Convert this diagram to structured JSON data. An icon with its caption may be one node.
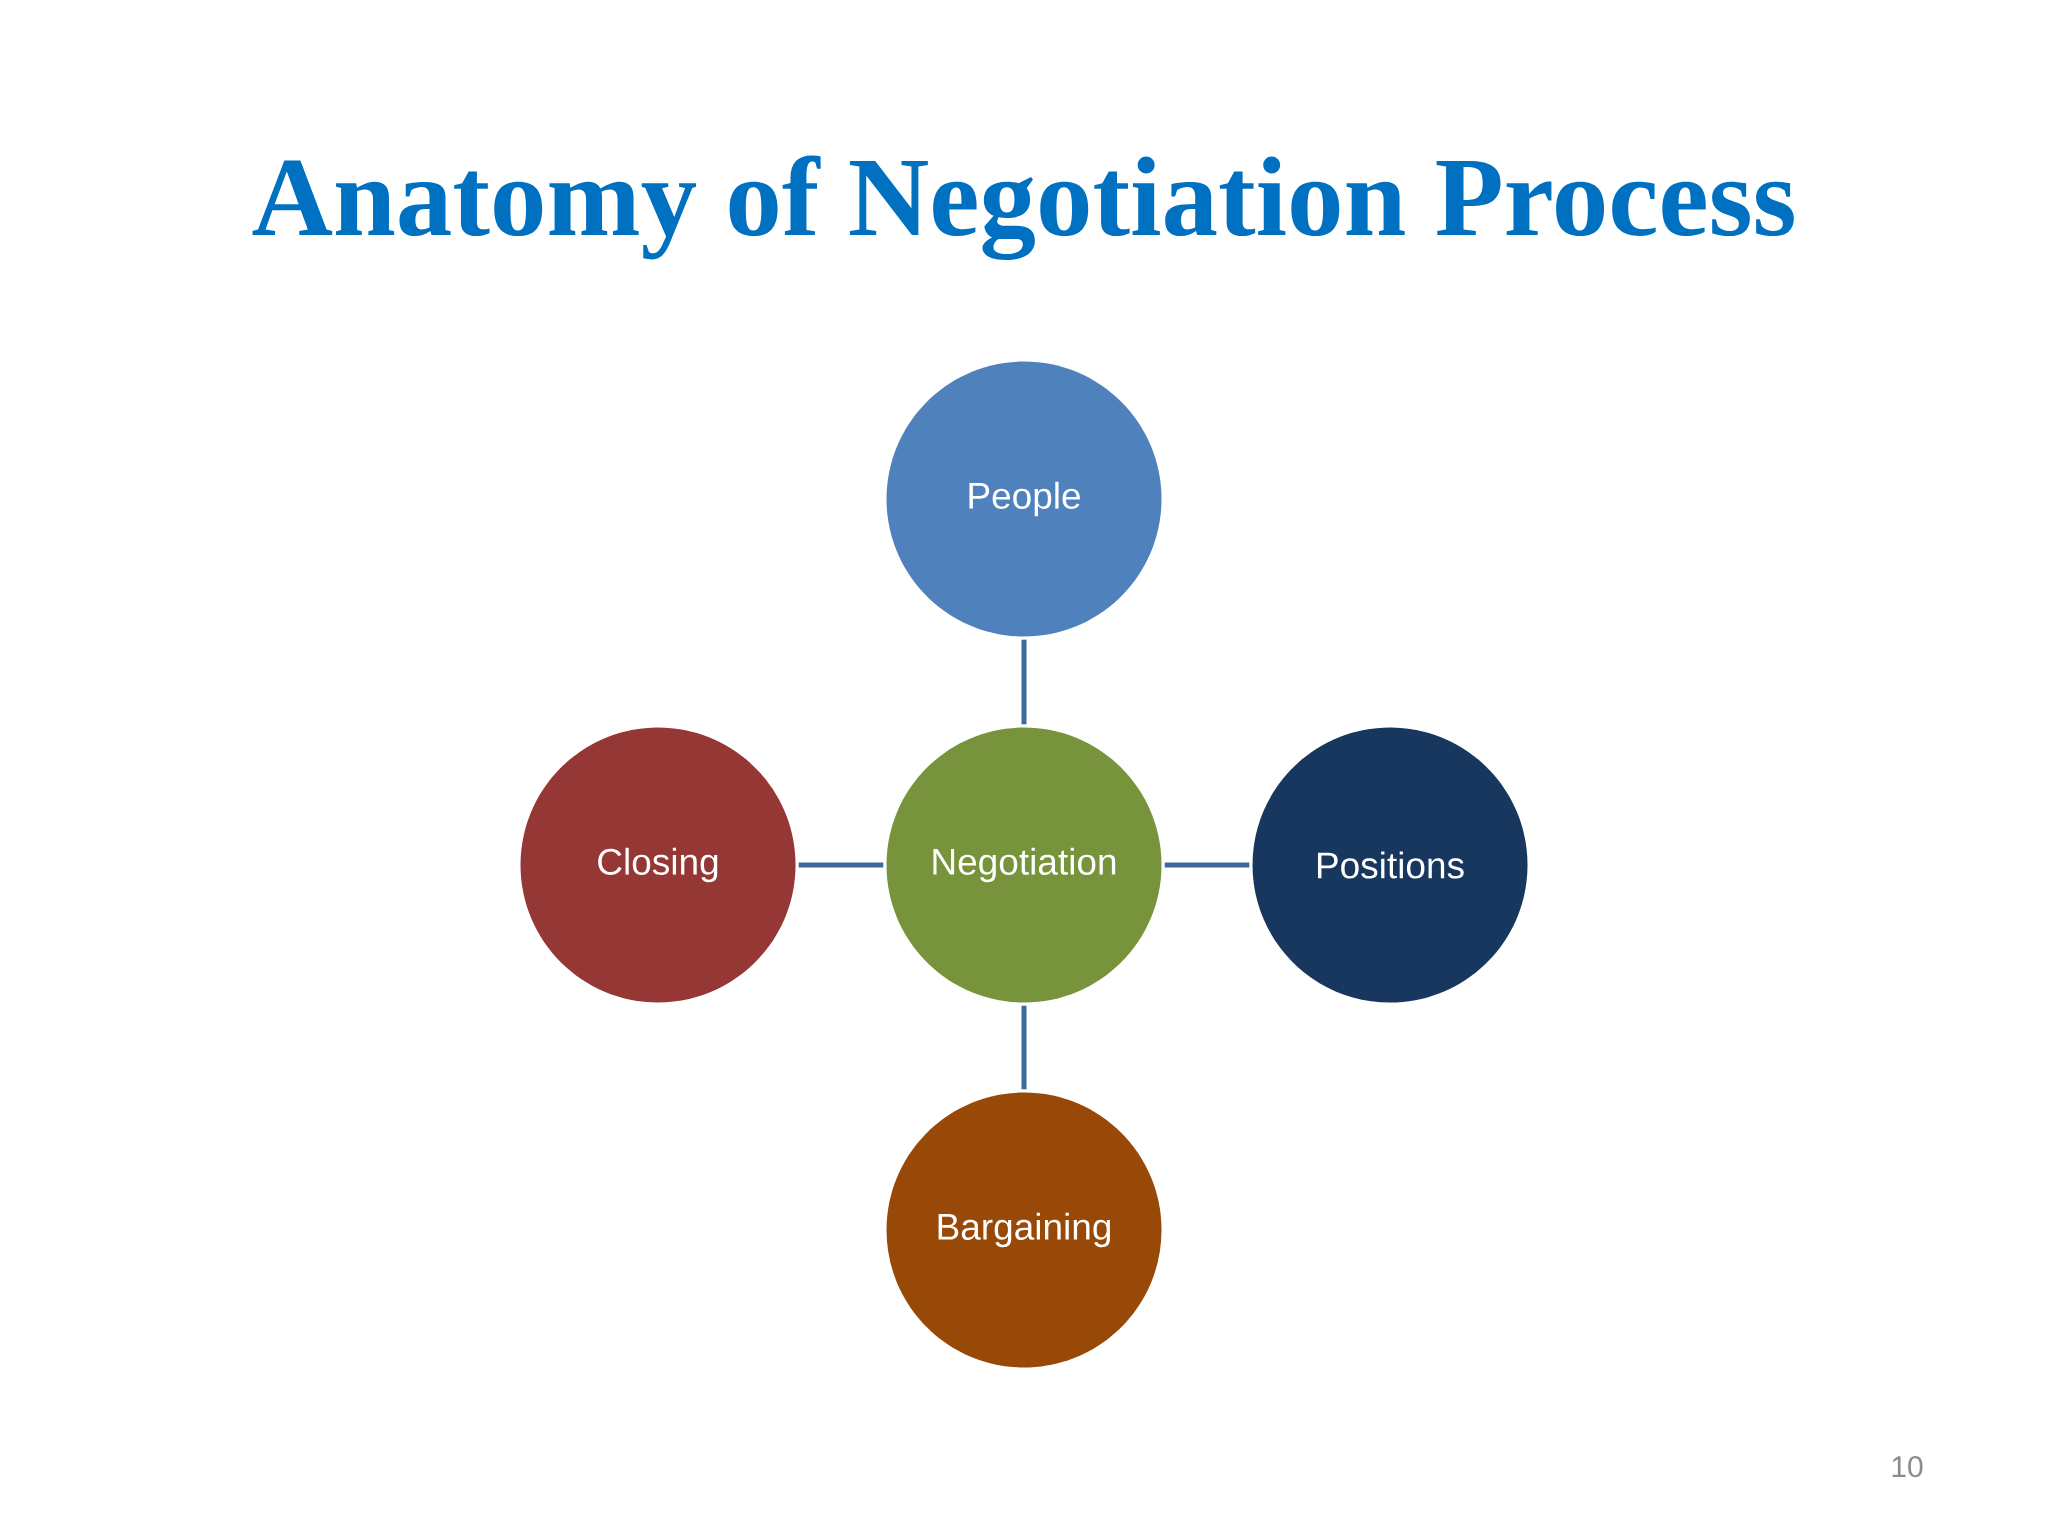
{
  "diagram": {
    "title": "Anatomy of Negotiation Process",
    "nodes": [
      {
        "text": [
          "People"
        ]
      },
      {
        "text": [
          "Closing"
        ]
      },
      {
        "text": [
          "Negotiation"
        ]
      },
      {
        "text": [
          "Positions"
        ]
      },
      {
        "text": [
          "Bargaining"
        ]
      }
    ],
    "edges": [
      {
        "from": 2,
        "to": 0,
        "arrow": "none"
      },
      {
        "from": 1,
        "to": 2,
        "arrow": "none"
      },
      {
        "from": 2,
        "to": 3,
        "arrow": "none"
      },
      {
        "from": 2,
        "to": 4,
        "arrow": "none"
      }
    ],
    "labels": [
      "10"
    ]
  }
}
